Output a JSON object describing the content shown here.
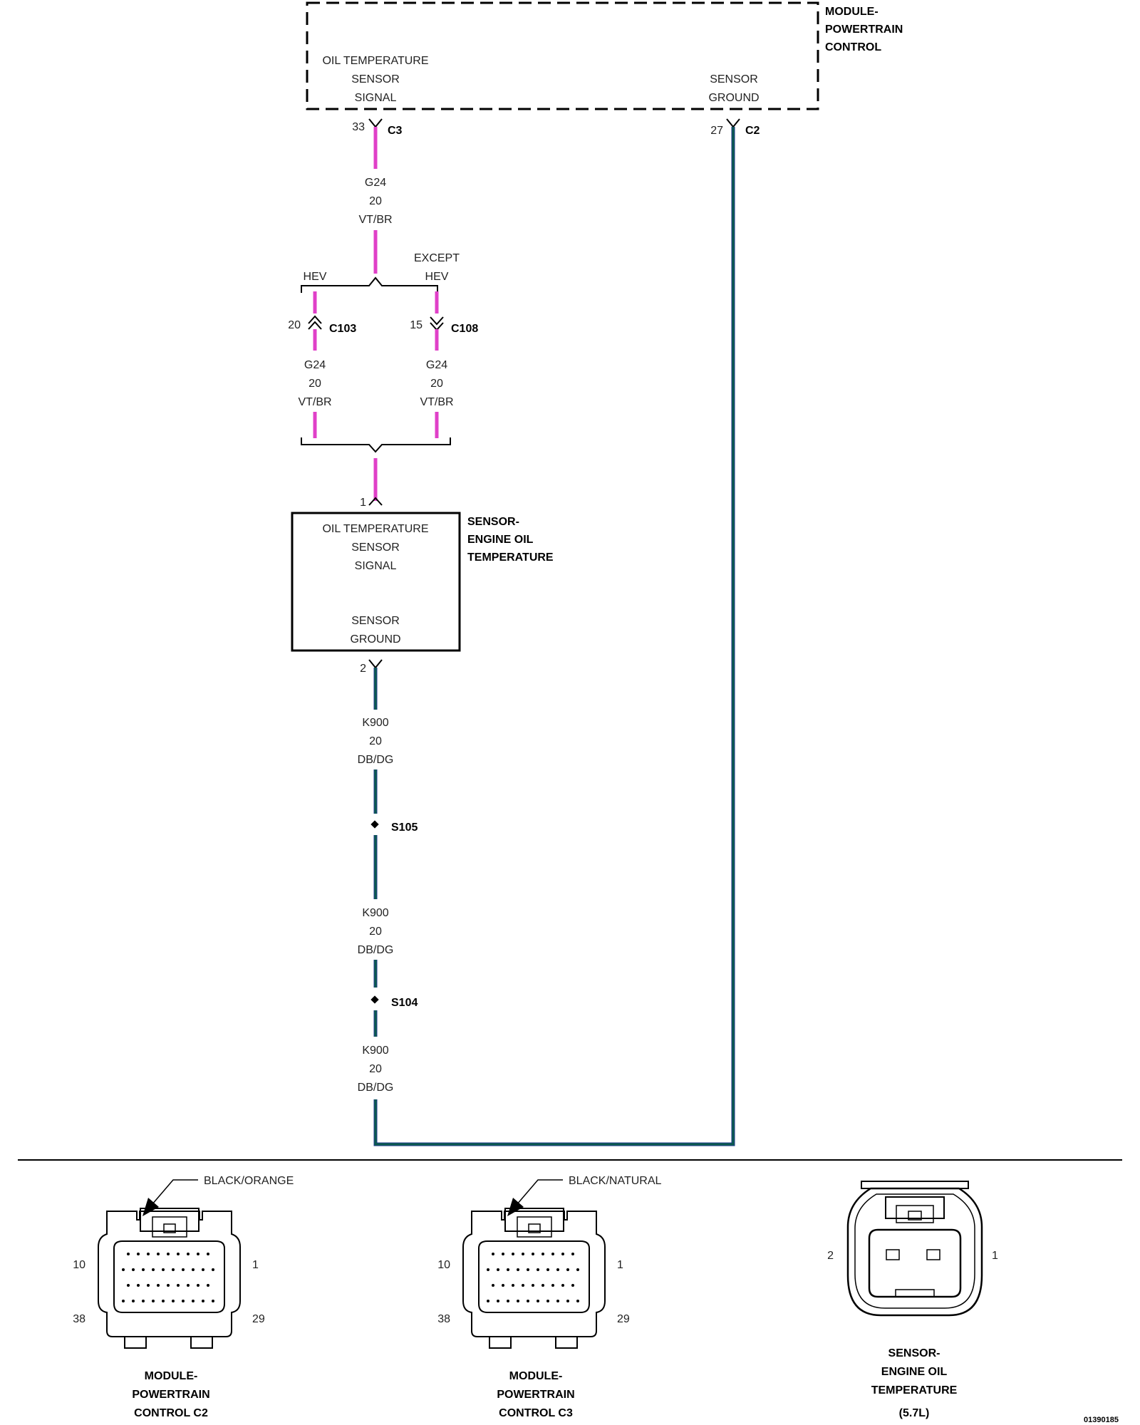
{
  "colors": {
    "signal_wire": "#e040c8",
    "ground_wire": "#0b5a4e",
    "ground_wire_edge": "#1d3a8a",
    "line": "#000000"
  },
  "pcm": {
    "title": [
      "MODULE-",
      "POWERTRAIN",
      "CONTROL"
    ],
    "signal_label": [
      "OIL TEMPERATURE",
      "SENSOR",
      "SIGNAL"
    ],
    "ground_label": [
      "SENSOR",
      "GROUND"
    ],
    "signal_pin": "33",
    "signal_connector": "C3",
    "ground_pin": "27",
    "ground_connector": "C2"
  },
  "signal_wire": {
    "code": "G24",
    "gauge": "20",
    "color": "VT/BR"
  },
  "branches": {
    "hev": {
      "label": "HEV",
      "pin": "20",
      "connector": "C103",
      "code": "G24",
      "gauge": "20",
      "color": "VT/BR"
    },
    "except_hev": {
      "label_line1": "EXCEPT",
      "label_line2": "HEV",
      "pin": "15",
      "connector": "C108",
      "code": "G24",
      "gauge": "20",
      "color": "VT/BR"
    }
  },
  "sensor": {
    "title": [
      "SENSOR-",
      "ENGINE OIL",
      "TEMPERATURE"
    ],
    "signal_label": [
      "OIL TEMPERATURE",
      "SENSOR",
      "SIGNAL"
    ],
    "ground_label": [
      "SENSOR",
      "GROUND"
    ],
    "signal_pin": "1",
    "ground_pin": "2"
  },
  "ground_wire": {
    "segments": [
      {
        "code": "K900",
        "gauge": "20",
        "color": "DB/DG"
      },
      {
        "code": "K900",
        "gauge": "20",
        "color": "DB/DG"
      },
      {
        "code": "K900",
        "gauge": "20",
        "color": "DB/DG"
      }
    ],
    "splices": [
      "S105",
      "S104"
    ]
  },
  "connector_views": [
    {
      "color_label": "BLACK/ORANGE",
      "pins": {
        "top_left": "10",
        "top_right": "1",
        "bottom_left": "38",
        "bottom_right": "29"
      },
      "caption": [
        "MODULE-",
        "POWERTRAIN",
        "CONTROL C2"
      ]
    },
    {
      "color_label": "BLACK/NATURAL",
      "pins": {
        "top_left": "10",
        "top_right": "1",
        "bottom_left": "38",
        "bottom_right": "29"
      },
      "caption": [
        "MODULE-",
        "POWERTRAIN",
        "CONTROL C3"
      ]
    },
    {
      "pins": {
        "left": "2",
        "right": "1"
      },
      "caption": [
        "SENSOR-",
        "ENGINE OIL",
        "TEMPERATURE",
        "(5.7L)"
      ]
    }
  ],
  "figure_id": "01390185"
}
